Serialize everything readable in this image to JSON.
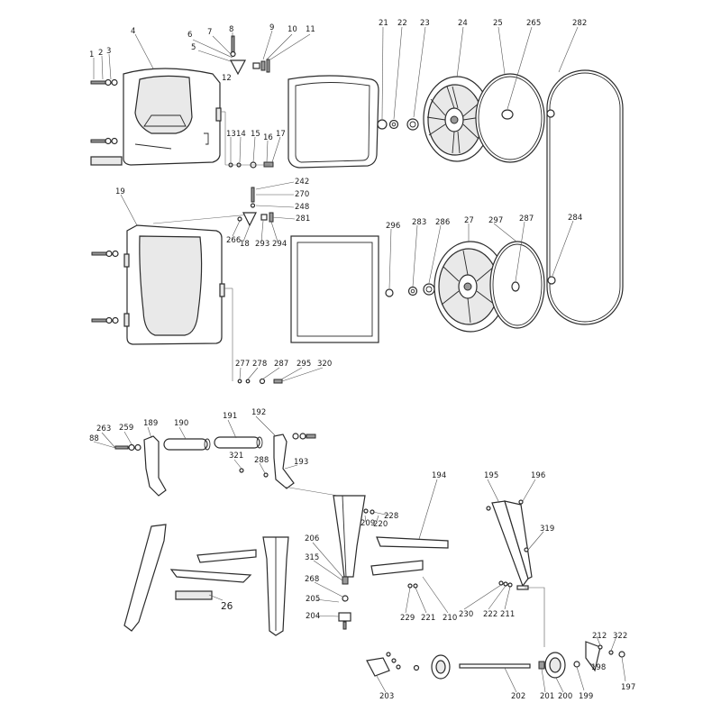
{
  "labels": {
    "p1": "1",
    "p2": "2",
    "p3": "3",
    "p4": "4",
    "p5": "5",
    "p6": "6",
    "p7": "7",
    "p8": "8",
    "p9": "9",
    "p10": "10",
    "p11": "11",
    "p12": "12",
    "p13": "13",
    "p14": "14",
    "p15": "15",
    "p16": "16",
    "p17": "17",
    "p19": "19",
    "p21": "21",
    "p22": "22",
    "p23": "23",
    "p24": "24",
    "p25": "25",
    "p265": "265",
    "p282": "282",
    "p242": "242",
    "p270": "270",
    "p248": "248",
    "p281": "281",
    "p266": "266",
    "p18": "18",
    "p293": "293",
    "p294": "294",
    "p296": "296",
    "p283": "283",
    "p286": "286",
    "p27": "27",
    "p297": "297",
    "p287": "287",
    "p284": "284",
    "p277": "277",
    "p278": "278",
    "p287b": "287",
    "p295": "295",
    "p320": "320",
    "p263": "263",
    "p259": "259",
    "p189": "189",
    "p88": "88",
    "p190": "190",
    "p191": "191",
    "p192": "192",
    "p321": "321",
    "p288": "288",
    "p193": "193",
    "p228": "228",
    "p209": "209",
    "p220": "220",
    "p194": "194",
    "p195": "195",
    "p196": "196",
    "p319": "319",
    "p206": "206",
    "p315": "315",
    "p268": "268",
    "p205": "205",
    "p204": "204",
    "p26": "26",
    "p229": "229",
    "p221": "221",
    "p210": "210",
    "p230": "230",
    "p222": "222",
    "p211": "211",
    "p212": "212",
    "p322": "322",
    "p198": "198",
    "p199": "199",
    "p197": "197",
    "p200": "200",
    "p201": "201",
    "p202": "202",
    "p203": "203"
  },
  "colors": {
    "line": "#2b2b2b",
    "fill": "#ffffff",
    "shade": "#e9e9e9",
    "dark": "#9a9a9a"
  }
}
